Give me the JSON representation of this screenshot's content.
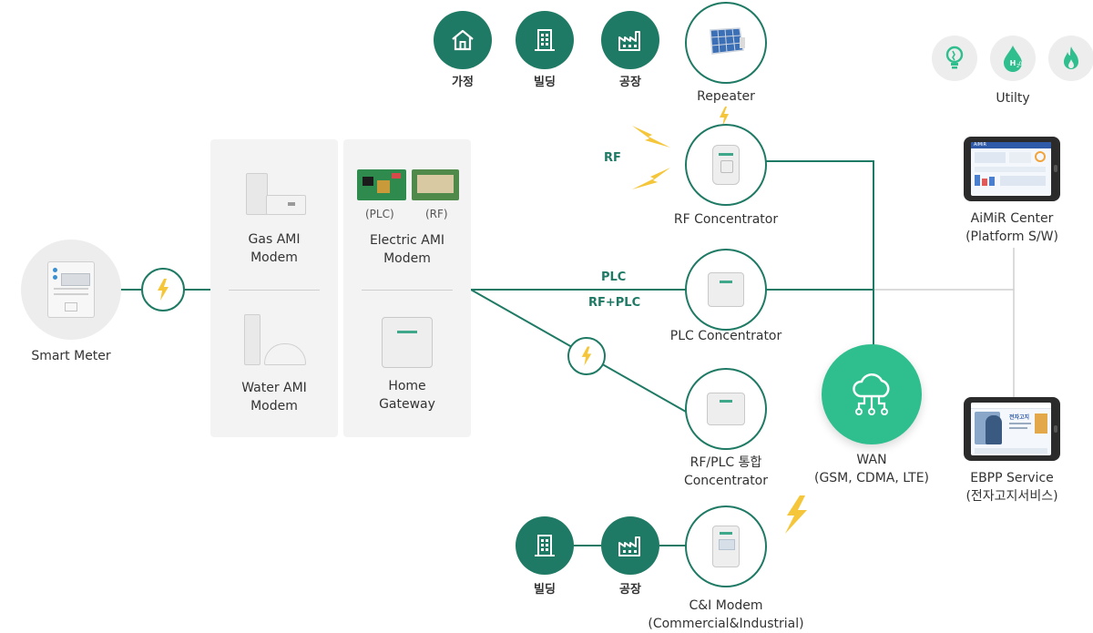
{
  "nodes": {
    "home": "가정",
    "building_top": "빌딩",
    "factory_top": "공장",
    "repeater": "Repeater",
    "utility": "Utilty",
    "rf_concentrator": "RF Concentrator",
    "plc_concentrator": "PLC Concentrator",
    "rfplc_concentrator_line1": "RF/PLC 통합",
    "rfplc_concentrator_line2": "Concentrator",
    "wan_line1": "WAN",
    "wan_line2": "(GSM, CDMA, LTE)",
    "aimir_line1": "AiMiR Center",
    "aimir_line2": "(Platform S/W)",
    "ebpp_line1": "EBPP Service",
    "ebpp_line2": "(전자고지서비스)",
    "smart_meter": "Smart Meter",
    "gas_ami_line1": "Gas AMI",
    "gas_ami_line2": "Modem",
    "water_ami_line1": "Water AMI",
    "water_ami_line2": "Modem",
    "electric_ami_line1": "Electric AMI",
    "electric_ami_line2": "Modem",
    "plc_tag": "(PLC)",
    "rf_tag": "(RF)",
    "home_gateway_line1": "Home",
    "home_gateway_line2": "Gateway",
    "building_bottom": "빌딩",
    "factory_bottom": "공장",
    "ci_modem_line1": "C&I Modem",
    "ci_modem_line2": "(Commercial&Industrial)"
  },
  "links": {
    "rf": "RF",
    "plc": "PLC",
    "rf_plc": "RF+PLC"
  },
  "screens": {
    "ebpp_headline": "전자고지",
    "aimir_tab": "AiMiR"
  },
  "colors": {
    "primary_green": "#1f7a65",
    "wan_green": "#2fbf8f",
    "lightning": "#f5c63a",
    "panel_grey": "#f3f3f3",
    "connector_grey": "#cfcfcf"
  },
  "icons": {
    "home": "house-icon",
    "building": "building-icon",
    "factory": "factory-icon",
    "electricity": "lightbulb-icon",
    "water": "water-drop-icon",
    "gas": "flame-icon",
    "wireless": "lightning-icon",
    "wan": "cloud-network-icon"
  }
}
